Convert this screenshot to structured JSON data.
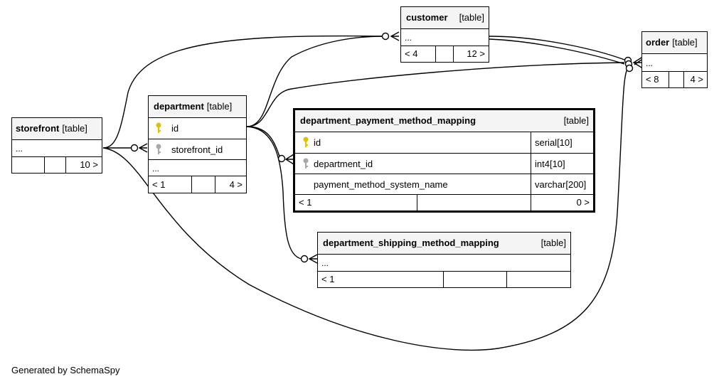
{
  "type_label": "[table]",
  "tables": {
    "customer": {
      "name": "customer",
      "more": "...",
      "parents": "< 4",
      "children": "12 >"
    },
    "order": {
      "name": "order",
      "more": "...",
      "parents": "< 8",
      "children": "4 >"
    },
    "department": {
      "name": "department",
      "col1": "id",
      "col2": "storefront_id",
      "more": "...",
      "parents": "< 1",
      "children": "4 >"
    },
    "storefront": {
      "name": "storefront",
      "more": "...",
      "children": "10 >"
    },
    "dpmm": {
      "name": "department_payment_method_mapping",
      "columns": [
        {
          "name": "id",
          "type": "serial[10]",
          "key": "primary"
        },
        {
          "name": "department_id",
          "type": "int4[10]",
          "key": "foreign"
        },
        {
          "name": "payment_method_system_name",
          "type": "varchar[200]",
          "key": ""
        }
      ],
      "parents": "< 1",
      "children": "0 >"
    },
    "dsmm": {
      "name": "department_shipping_method_mapping",
      "more": "...",
      "parents": "< 1"
    }
  },
  "key_colors": {
    "primary": "#e0c000",
    "foreign": "#a8a8a8"
  },
  "footer": "Generated by SchemaSpy"
}
